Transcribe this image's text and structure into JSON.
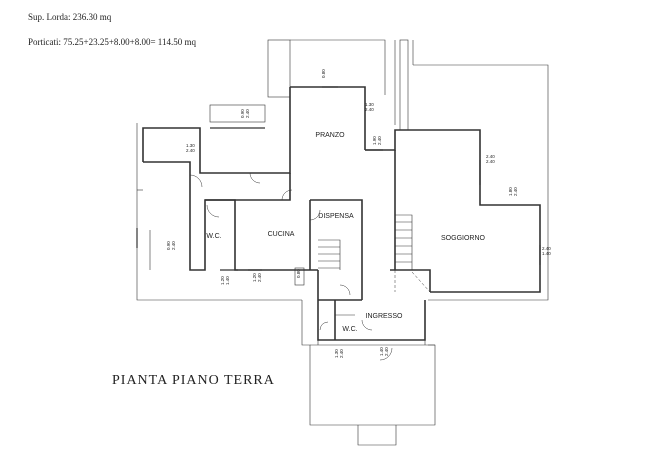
{
  "header": {
    "sup_lorda": "Sup. Lorda: 236.30 mq",
    "porticati": "Porticati: 75.25+23.25+8.00+8.00= 114.50 mq"
  },
  "plan_title": "PIANTA PIANO TERRA",
  "rooms": {
    "pranzo": "PRANZO",
    "dispensa": "DISPENSA",
    "cucina": "CUCINA",
    "soggiorno": "SOGGIORNO",
    "ingresso": "INGRESSO",
    "wc_left": "W.C.",
    "wc_bottom": "W.C."
  },
  "dimensions": {
    "d1": "0.80",
    "d2": "1.30\n2.40",
    "d3": "0.90\n2.40",
    "d4": "1.30\n2.40",
    "d5": "1.90\n2.40",
    "d6": "2.40\n2.40",
    "d7": "1.80\n2.40",
    "d8": "0.90\n2.40",
    "d9": "1.20\n1.40",
    "d10": "2.40\n1.40",
    "d11": "1.20\n2.40",
    "d12": "0.80",
    "d13": "1.30\n2.40",
    "d14": "1.40\n2.40"
  }
}
